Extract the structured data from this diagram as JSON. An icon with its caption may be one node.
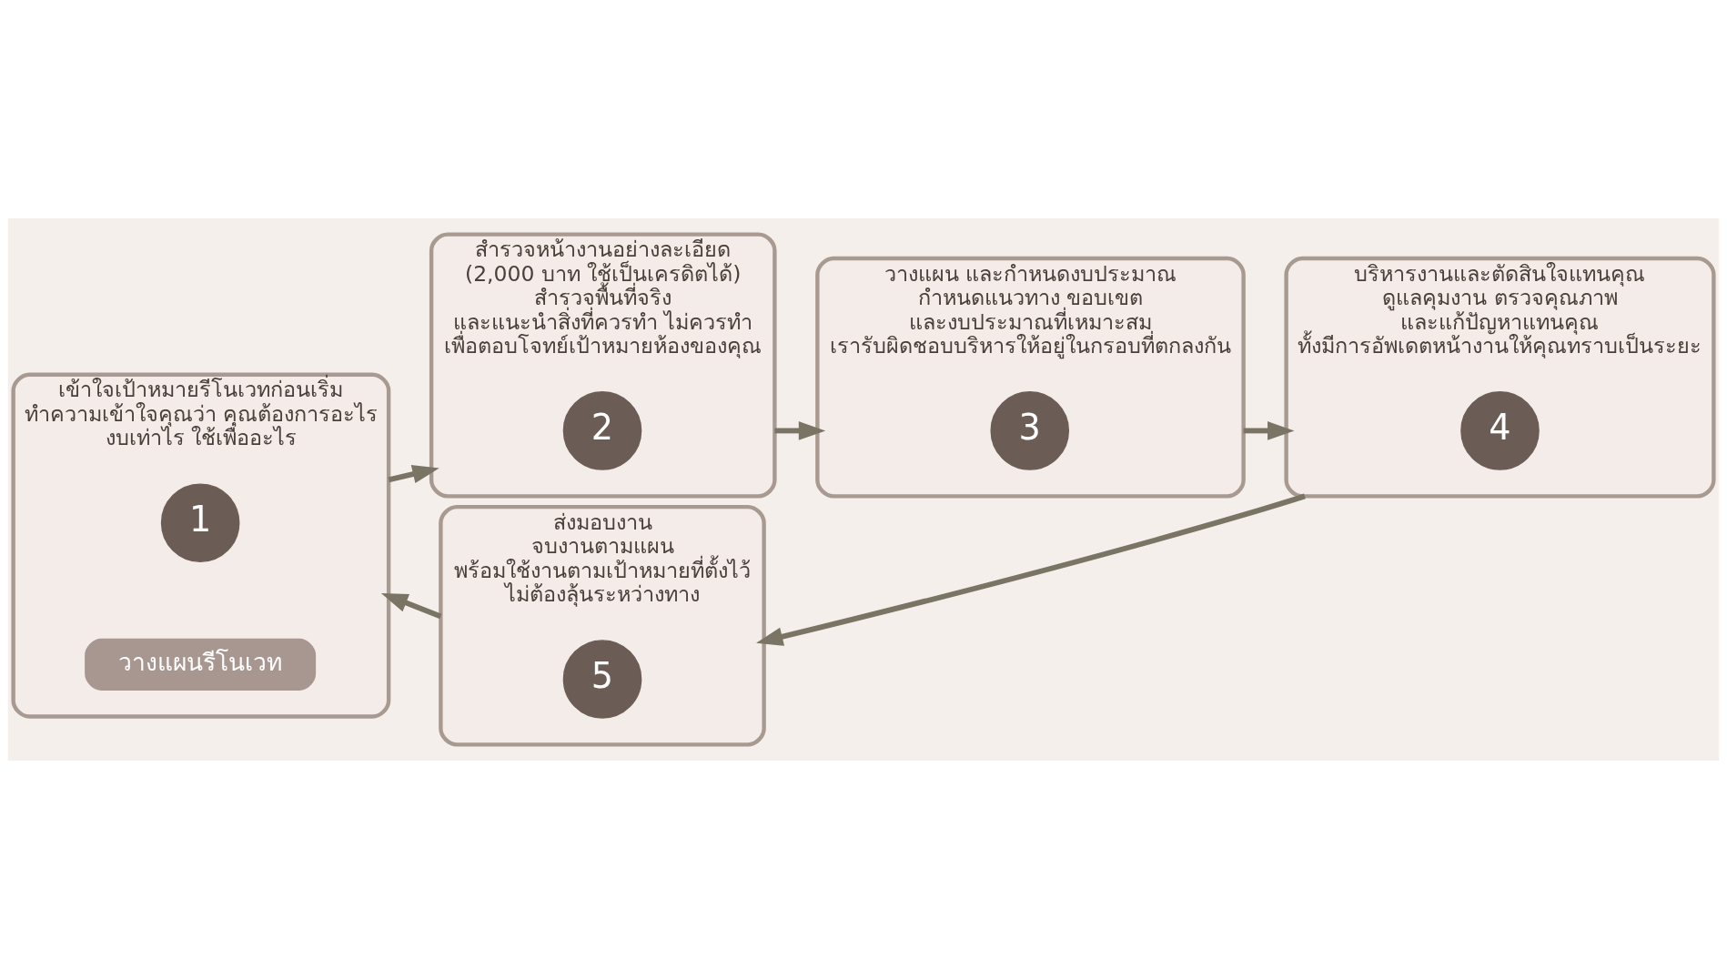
{
  "diagram": {
    "nodes": [
      {
        "text": [
          "เข้าใจเป้าหมายรีโนเวทก่อนเริ่ม",
          "ทำความเข้าใจคุณว่า คุณต้องการอะไร งบเท่าไร ใช้เพื่ออะไร"
        ]
      },
      {
        "text": [
          "1"
        ],
        "in": 0
      },
      {
        "text": [
          "วางแผนรีโนเวท"
        ],
        "in": 0
      },
      {
        "text": [
          "สำรวจหน้างานอย่างละเอียด",
          "(2,000 บาท ใช้เป็นเครดิตได้)",
          "สำรวจพื้นที่จริง และแนะนำสิ่งที่ควรทำ ไม่ควรทำ เพื่อตอบโจทย์เป้าหมายห้องของคุณ"
        ]
      },
      {
        "text": [
          "2"
        ],
        "in": 3
      },
      {
        "text": [
          "วางแผน และกำหนดงบประมาณ",
          "กำหนดแนวทาง ขอบเขต และงบประมาณที่เหมาะสม เรารับผิดชอบบริหารให้อยู่ในกรอบที่ตกลงกัน"
        ]
      },
      {
        "text": [
          "3"
        ],
        "in": 5
      },
      {
        "text": [
          "บริหารงานและตัดสินใจแทนคุณ",
          "ดูแลคุมงาน ตรวจคุณภาพ และแก้ปัญหาแทนคุณ ทั้งมีการอัพเดตหน้างานให้คุณทราบเป็นระยะ"
        ]
      },
      {
        "text": [
          "4"
        ],
        "in": 7
      },
      {
        "text": [
          "ส่งมอบงาน",
          "จบงานตามแผน พร้อมใช้งานตามเป้าหมายที่ตั้งไว้ ไม่ต้องลุ้นระหว่างทาง"
        ]
      },
      {
        "text": [
          "5"
        ],
        "in": 9
      }
    ],
    "edges": [
      {
        "from": 0,
        "to": 3,
        "arrow": "to"
      },
      {
        "from": 3,
        "to": 5,
        "arrow": "to"
      },
      {
        "from": 5,
        "to": 7,
        "arrow": "to"
      },
      {
        "from": 7,
        "to": 9,
        "arrow": "to"
      },
      {
        "from": 9,
        "to": 0,
        "arrow": "to"
      }
    ]
  }
}
